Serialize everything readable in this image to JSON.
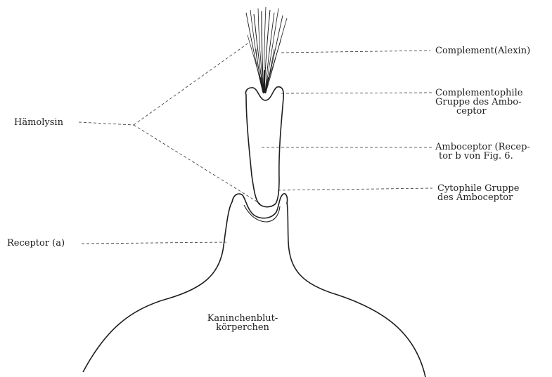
{
  "labels": {
    "haemolysin": "Hämolysin",
    "receptor_a": "Receptor (a)",
    "complement": "Complement(Alexin)",
    "complementophile": [
      "Complementophile",
      "Gruppe des Ambo-",
      "ceptor"
    ],
    "amboceptor": [
      "Amboceptor (Recep-",
      "tor b von Fig. 6."
    ],
    "cytophile": [
      "Cytophile Gruppe",
      "des Amboceptor"
    ],
    "cell": [
      "Kaninchenblut-",
      "körperchen"
    ]
  },
  "colors": {
    "ink": "#1e1e1e",
    "background": "#ffffff"
  }
}
